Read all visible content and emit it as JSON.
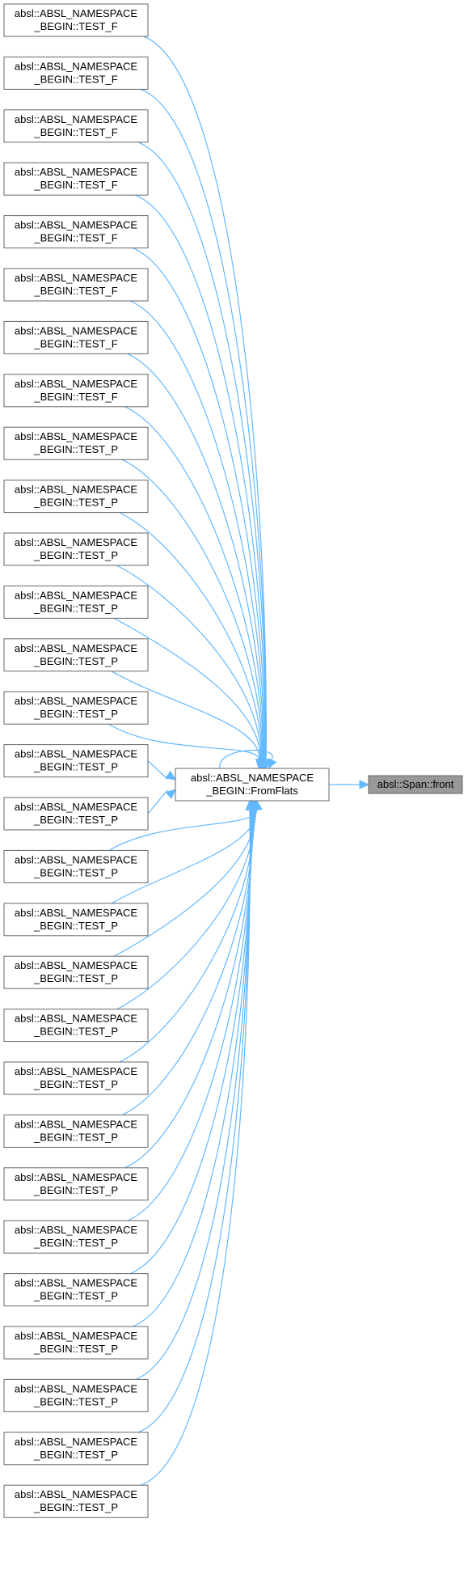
{
  "callers": [
    {
      "line1": "absl::ABSL_NAMESPACE",
      "line2": "_BEGIN::TEST_F"
    },
    {
      "line1": "absl::ABSL_NAMESPACE",
      "line2": "_BEGIN::TEST_F"
    },
    {
      "line1": "absl::ABSL_NAMESPACE",
      "line2": "_BEGIN::TEST_F"
    },
    {
      "line1": "absl::ABSL_NAMESPACE",
      "line2": "_BEGIN::TEST_F"
    },
    {
      "line1": "absl::ABSL_NAMESPACE",
      "line2": "_BEGIN::TEST_F"
    },
    {
      "line1": "absl::ABSL_NAMESPACE",
      "line2": "_BEGIN::TEST_F"
    },
    {
      "line1": "absl::ABSL_NAMESPACE",
      "line2": "_BEGIN::TEST_F"
    },
    {
      "line1": "absl::ABSL_NAMESPACE",
      "line2": "_BEGIN::TEST_F"
    },
    {
      "line1": "absl::ABSL_NAMESPACE",
      "line2": "_BEGIN::TEST_P"
    },
    {
      "line1": "absl::ABSL_NAMESPACE",
      "line2": "_BEGIN::TEST_P"
    },
    {
      "line1": "absl::ABSL_NAMESPACE",
      "line2": "_BEGIN::TEST_P"
    },
    {
      "line1": "absl::ABSL_NAMESPACE",
      "line2": "_BEGIN::TEST_P"
    },
    {
      "line1": "absl::ABSL_NAMESPACE",
      "line2": "_BEGIN::TEST_P"
    },
    {
      "line1": "absl::ABSL_NAMESPACE",
      "line2": "_BEGIN::TEST_P"
    },
    {
      "line1": "absl::ABSL_NAMESPACE",
      "line2": "_BEGIN::TEST_P"
    },
    {
      "line1": "absl::ABSL_NAMESPACE",
      "line2": "_BEGIN::TEST_P"
    },
    {
      "line1": "absl::ABSL_NAMESPACE",
      "line2": "_BEGIN::TEST_P"
    },
    {
      "line1": "absl::ABSL_NAMESPACE",
      "line2": "_BEGIN::TEST_P"
    },
    {
      "line1": "absl::ABSL_NAMESPACE",
      "line2": "_BEGIN::TEST_P"
    },
    {
      "line1": "absl::ABSL_NAMESPACE",
      "line2": "_BEGIN::TEST_P"
    },
    {
      "line1": "absl::ABSL_NAMESPACE",
      "line2": "_BEGIN::TEST_P"
    },
    {
      "line1": "absl::ABSL_NAMESPACE",
      "line2": "_BEGIN::TEST_P"
    },
    {
      "line1": "absl::ABSL_NAMESPACE",
      "line2": "_BEGIN::TEST_P"
    },
    {
      "line1": "absl::ABSL_NAMESPACE",
      "line2": "_BEGIN::TEST_P"
    },
    {
      "line1": "absl::ABSL_NAMESPACE",
      "line2": "_BEGIN::TEST_P"
    },
    {
      "line1": "absl::ABSL_NAMESPACE",
      "line2": "_BEGIN::TEST_P"
    },
    {
      "line1": "absl::ABSL_NAMESPACE",
      "line2": "_BEGIN::TEST_P"
    },
    {
      "line1": "absl::ABSL_NAMESPACE",
      "line2": "_BEGIN::TEST_P"
    },
    {
      "line1": "absl::ABSL_NAMESPACE",
      "line2": "_BEGIN::TEST_P"
    }
  ],
  "center": {
    "line1": "absl::ABSL_NAMESPACE",
    "line2": "_BEGIN::FromFlats",
    "self_loop": true
  },
  "target": {
    "label": "absl::Span::front"
  },
  "colors": {
    "edge": "#63b8ff",
    "node_border": "#666666",
    "target_fill": "#999999",
    "background": "#ffffff"
  }
}
